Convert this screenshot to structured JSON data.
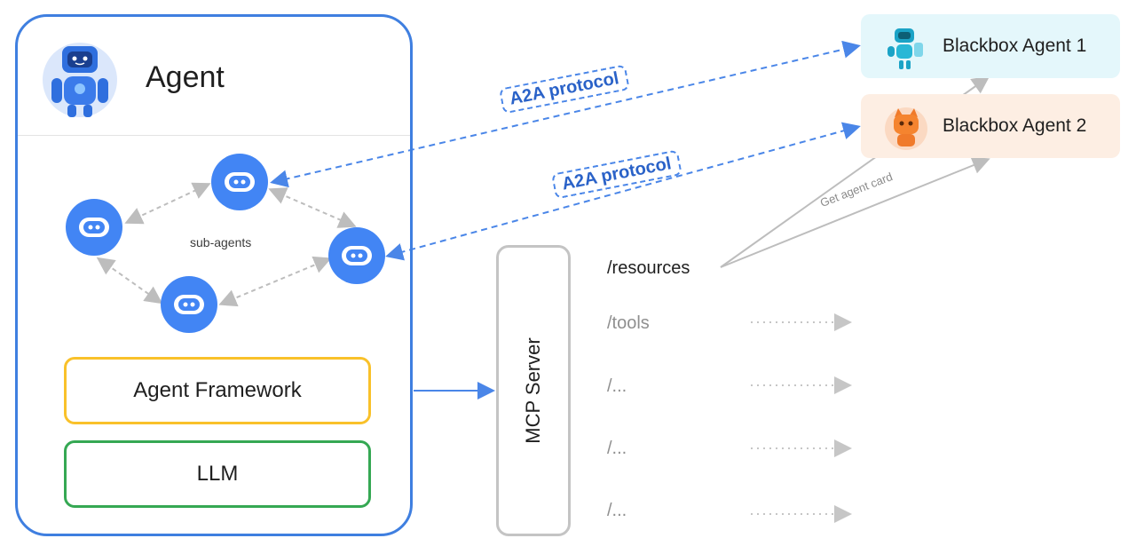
{
  "agent": {
    "title": "Agent",
    "avatar_icon": "robot-icon",
    "subagents_label": "sub-agents",
    "framework_label": "Agent Framework",
    "llm_label": "LLM"
  },
  "protocols": {
    "a2a_top": "A2A protocol",
    "a2a_bottom": "A2A protocol",
    "agent_card": "Get agent card"
  },
  "mcp": {
    "label": "MCP Server",
    "routes": [
      "/resources",
      "/tools",
      "/...",
      "/...",
      "/..."
    ]
  },
  "blackbox_agents": [
    {
      "label": "Blackbox Agent 1",
      "icon": "robot-icon",
      "color": "#e4f7fb"
    },
    {
      "label": "Blackbox Agent 2",
      "icon": "cat-robot-icon",
      "color": "#fdeee3"
    }
  ],
  "colors": {
    "agent_border": "#3f7fe0",
    "framework_border": "#f9c12a",
    "llm_border": "#35a853",
    "subagent_blue": "#4285f4"
  }
}
